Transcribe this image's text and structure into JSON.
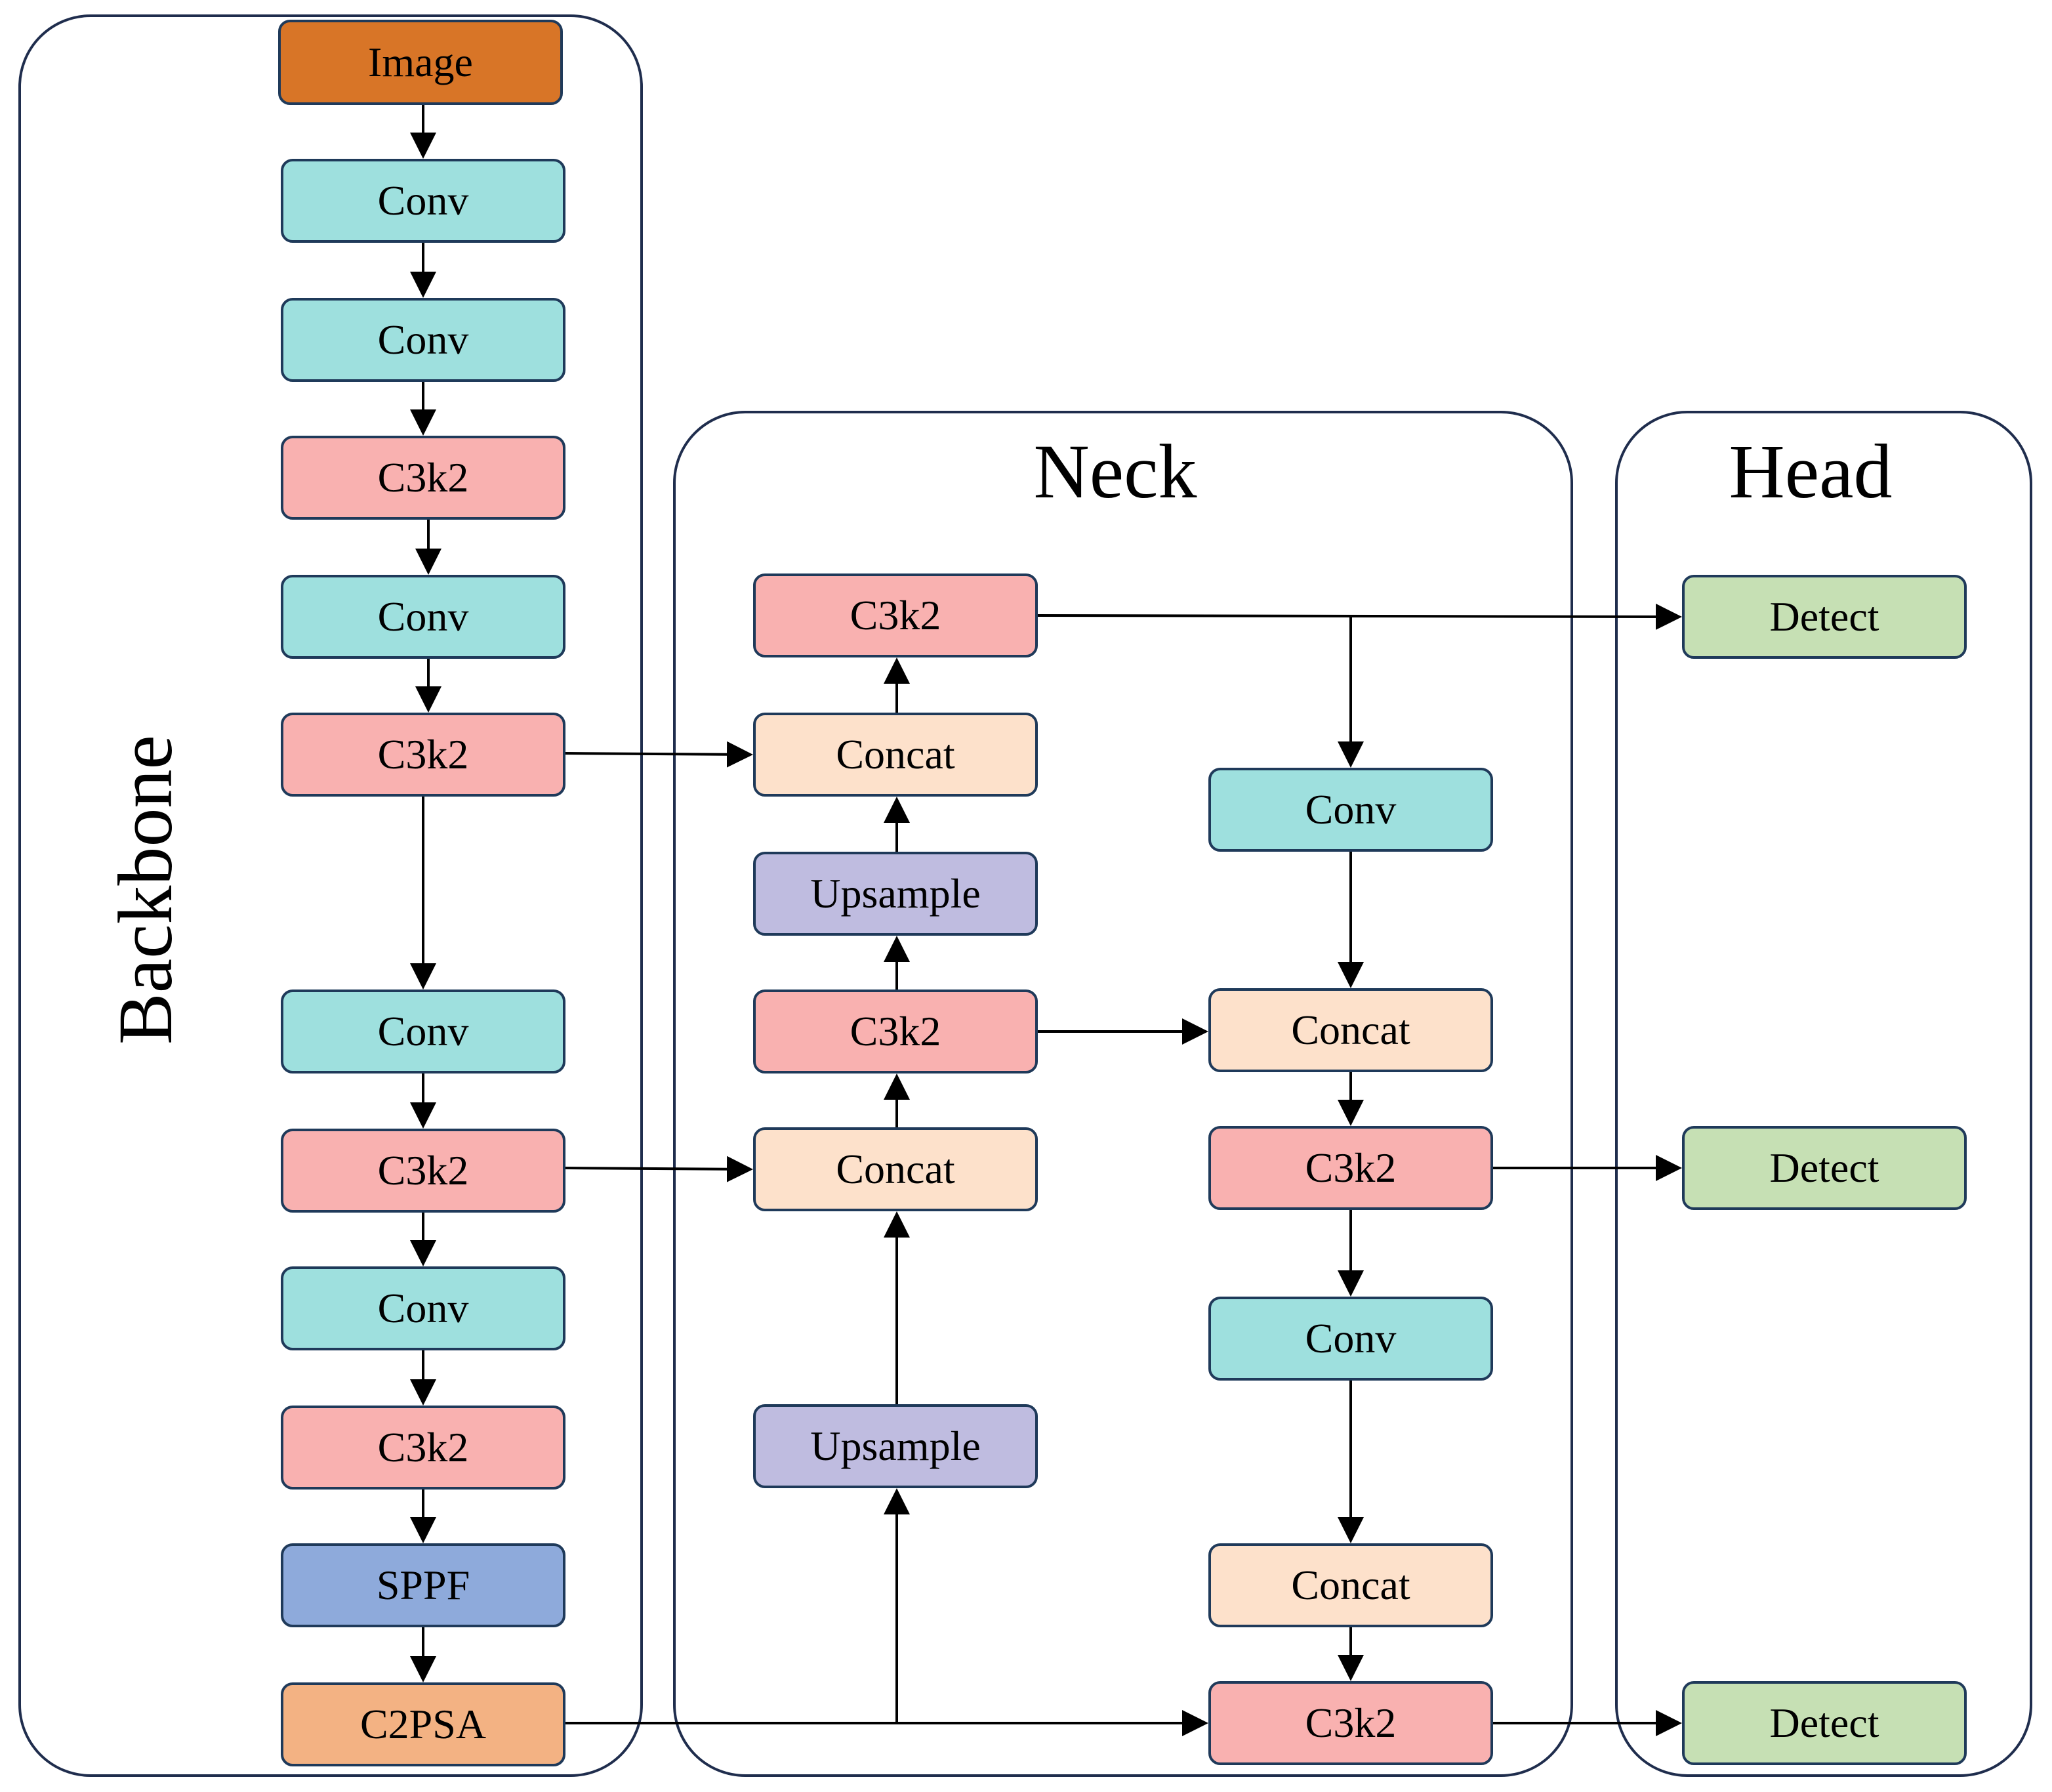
{
  "colors": {
    "image": "#d87527",
    "conv": "#9ee0de",
    "c3k2": "#f9b1b0",
    "concat": "#fde1cb",
    "upsample": "#bfbce0",
    "sppf": "#8eaadb",
    "c2psa": "#f3b283",
    "detect": "#c6e0b4",
    "line": "#000000"
  },
  "panels": {
    "backbone": {
      "title": "Backbone"
    },
    "neck": {
      "title": "Neck"
    },
    "head": {
      "title": "Head"
    }
  },
  "blocks": {
    "b_image": {
      "label": "Image",
      "type": "image"
    },
    "b_conv1": {
      "label": "Conv",
      "type": "conv"
    },
    "b_conv2": {
      "label": "Conv",
      "type": "conv"
    },
    "b_c3k2_1": {
      "label": "C3k2",
      "type": "c3k2"
    },
    "b_conv3": {
      "label": "Conv",
      "type": "conv"
    },
    "b_c3k2_2": {
      "label": "C3k2",
      "type": "c3k2"
    },
    "b_conv4": {
      "label": "Conv",
      "type": "conv"
    },
    "b_c3k2_3": {
      "label": "C3k2",
      "type": "c3k2"
    },
    "b_conv5": {
      "label": "Conv",
      "type": "conv"
    },
    "b_c3k2_4": {
      "label": "C3k2",
      "type": "c3k2"
    },
    "b_sppf": {
      "label": "SPPF",
      "type": "sppf"
    },
    "b_c2psa": {
      "label": "C2PSA",
      "type": "c2psa"
    },
    "n1_c3k2_top": {
      "label": "C3k2",
      "type": "c3k2"
    },
    "n1_concat_top": {
      "label": "Concat",
      "type": "concat"
    },
    "n1_upsample_top": {
      "label": "Upsample",
      "type": "upsample"
    },
    "n1_c3k2_mid": {
      "label": "C3k2",
      "type": "c3k2"
    },
    "n1_concat_mid": {
      "label": "Concat",
      "type": "concat"
    },
    "n1_upsample_bot": {
      "label": "Upsample",
      "type": "upsample"
    },
    "n2_conv_top": {
      "label": "Conv",
      "type": "conv"
    },
    "n2_concat_top": {
      "label": "Concat",
      "type": "concat"
    },
    "n2_c3k2_mid": {
      "label": "C3k2",
      "type": "c3k2"
    },
    "n2_conv_bot": {
      "label": "Conv",
      "type": "conv"
    },
    "n2_concat_bot": {
      "label": "Concat",
      "type": "concat"
    },
    "n2_c3k2_bot": {
      "label": "C3k2",
      "type": "c3k2"
    },
    "h_detect1": {
      "label": "Detect",
      "type": "detect"
    },
    "h_detect2": {
      "label": "Detect",
      "type": "detect"
    },
    "h_detect3": {
      "label": "Detect",
      "type": "detect"
    }
  }
}
